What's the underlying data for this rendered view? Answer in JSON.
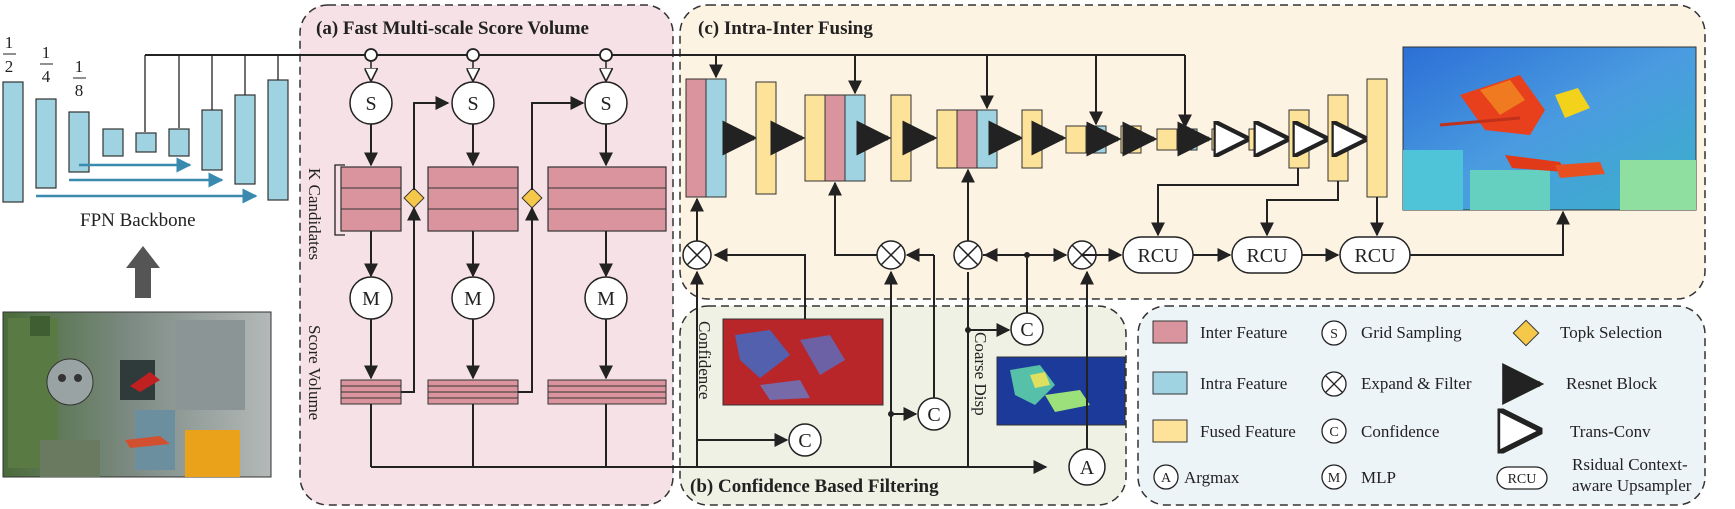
{
  "sections": {
    "a_title": "(a) Fast Multi-scale Score Volume",
    "b_title": "(b) Confidence Based Filtering",
    "c_title": "(c) Intra-Inter Fusing"
  },
  "backbone": {
    "fractions": [
      {
        "num": "1",
        "den": "2"
      },
      {
        "num": "1",
        "den": "4"
      },
      {
        "num": "1",
        "den": "8"
      }
    ],
    "label": "FPN Backbone"
  },
  "labels": {
    "k_candidates": "K Candidates",
    "score_volume": "Score Volume",
    "confidence": "Confidence",
    "coarse_disp": "Coarse Disp"
  },
  "nodes": {
    "S": "S",
    "M": "M",
    "C": "C",
    "A": "A",
    "RCU": "RCU"
  },
  "legend": {
    "inter": "Inter Feature",
    "intra": "Intra Feature",
    "fused": "Fused Feature",
    "argmax": "Argmax",
    "grid": "Grid Sampling",
    "expand": "Expand & Filter",
    "confidence": "Confidence",
    "mlp": "MLP",
    "topk": "Topk Selection",
    "resnet": "Resnet Block",
    "transconv": "Trans-Conv",
    "rcu_line1": "Rsidual Context-",
    "rcu_line2": "aware Upsampler"
  },
  "colors": {
    "inter": "#d9949e",
    "intra": "#9fd3e2",
    "fused": "#fde39a",
    "topk": "#f6c84a",
    "resnet": "#6b8e23",
    "panel_a": "#f6e1e6",
    "panel_b": "#eef1e4",
    "panel_c": "#fdf3e2",
    "panel_legend": "#edf4f8"
  }
}
